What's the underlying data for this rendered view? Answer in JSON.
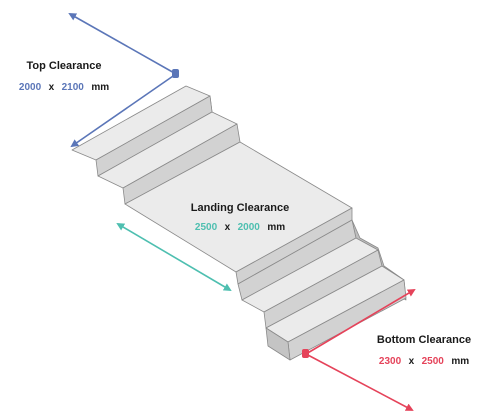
{
  "colors": {
    "top": "#5b76b8",
    "landing": "#4ebfb0",
    "bottom": "#e5435a",
    "stair_top": "#ebebeb",
    "stair_front": "#d2d2d2",
    "stair_side": "#bdbdbd",
    "stair_edge": "#8a8a8a",
    "text": "#1a1a1a"
  },
  "labels": {
    "top": {
      "title": "Top Clearance",
      "dim_a": "2000",
      "sep": "x",
      "dim_b": "2100",
      "unit": "mm"
    },
    "landing": {
      "title": "Landing Clearance",
      "dim_a": "2500",
      "sep": "x",
      "dim_b": "2000",
      "unit": "mm"
    },
    "bottom": {
      "title": "Bottom Clearance",
      "dim_a": "2300",
      "sep": "x",
      "dim_b": "2500",
      "unit": "mm"
    }
  }
}
